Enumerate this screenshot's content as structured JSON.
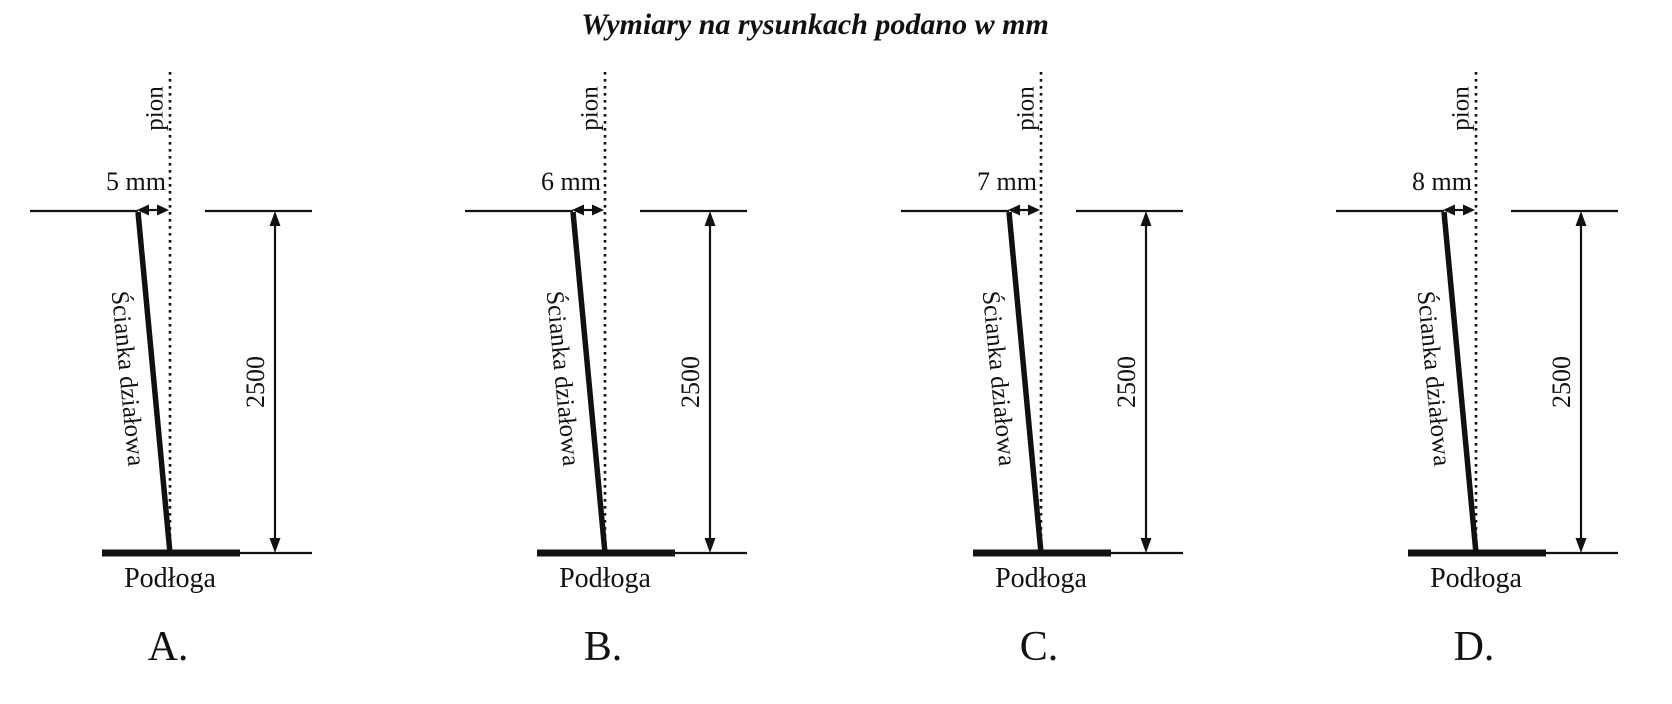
{
  "title": "Wymiary na rysunkach podano w mm",
  "colors": {
    "ink": "#111111",
    "background": "#ffffff"
  },
  "diagrams": [
    {
      "letter": "A.",
      "deviation_label": "5 mm",
      "plumb_label": "pion",
      "wall_label": "Ścianka działowa",
      "height_label": "2500",
      "floor_label": "Podłoga"
    },
    {
      "letter": "B.",
      "deviation_label": "6 mm",
      "plumb_label": "pion",
      "wall_label": "Ścianka działowa",
      "height_label": "2500",
      "floor_label": "Podłoga"
    },
    {
      "letter": "C.",
      "deviation_label": "7 mm",
      "plumb_label": "pion",
      "wall_label": "Ścianka działowa",
      "height_label": "2500",
      "floor_label": "Podłoga"
    },
    {
      "letter": "D.",
      "deviation_label": "8 mm",
      "plumb_label": "pion",
      "wall_label": "Ścianka działowa",
      "height_label": "2500",
      "floor_label": "Podłoga"
    }
  ]
}
